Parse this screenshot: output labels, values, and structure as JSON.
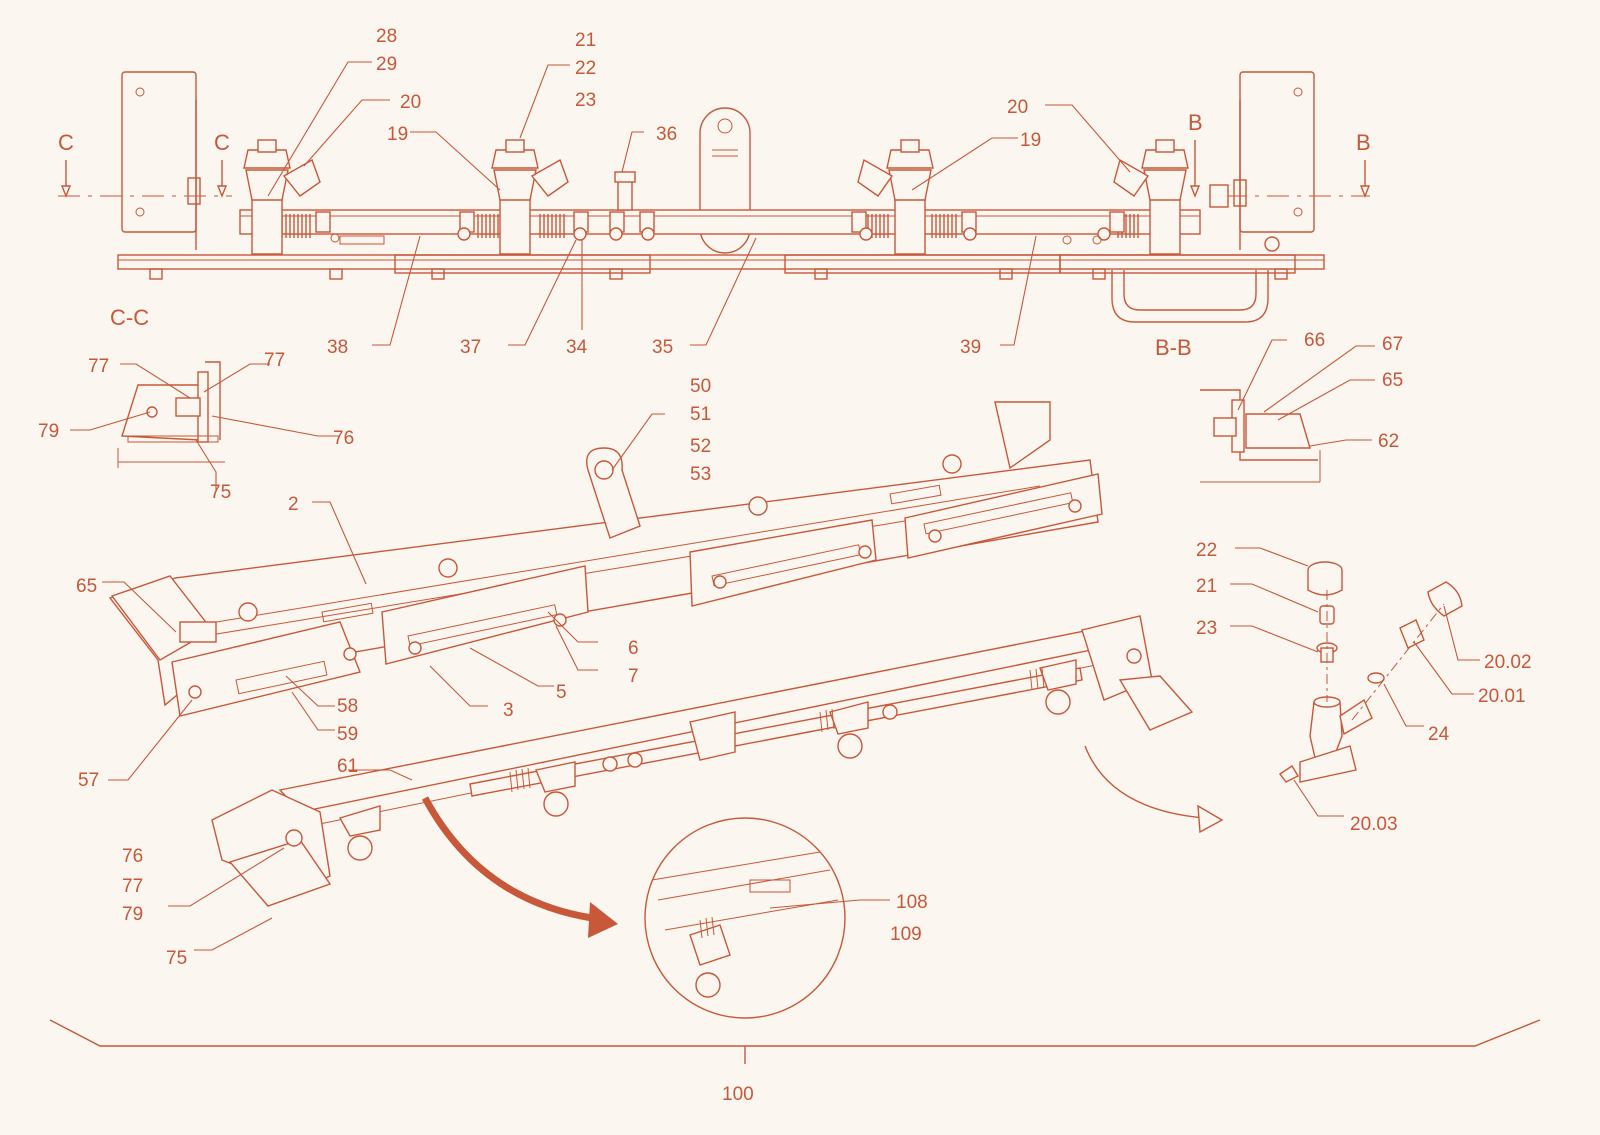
{
  "colors": {
    "line": "#c8583a",
    "background": "#fbf6ef",
    "accent_arrow": "#c8583a"
  },
  "section_labels": {
    "cc": "C-C",
    "bb": "B-B",
    "c_left": "C",
    "c_right": "C",
    "b_left": "B",
    "b_right": "B"
  },
  "callouts": {
    "n28": "28",
    "n29": "29",
    "n20a": "20",
    "n21a": "21",
    "n22a": "22",
    "n23a": "23",
    "n19a": "19",
    "n36": "36",
    "n20b": "20",
    "n19b": "19",
    "n38": "38",
    "n37": "37",
    "n34": "34",
    "n35": "35",
    "n39": "39",
    "n77a": "77",
    "n77b": "77",
    "n79a": "79",
    "n76a": "76",
    "n75a": "75",
    "n66": "66",
    "n67": "67",
    "n65a": "65",
    "n62": "62",
    "n50": "50",
    "n51": "51",
    "n52": "52",
    "n53": "53",
    "n2": "2",
    "n65b": "65",
    "n6": "6",
    "n7": "7",
    "n5": "5",
    "n3": "3",
    "n58": "58",
    "n59": "59",
    "n57": "57",
    "n61": "61",
    "n22b": "22",
    "n21b": "21",
    "n23b": "23",
    "n2002": "20.02",
    "n2001": "20.01",
    "n24": "24",
    "n2003": "20.03",
    "n76b": "76",
    "n77c": "77",
    "n79b": "79",
    "n75b": "75",
    "n108": "108",
    "n109": "109",
    "n100": "100"
  }
}
